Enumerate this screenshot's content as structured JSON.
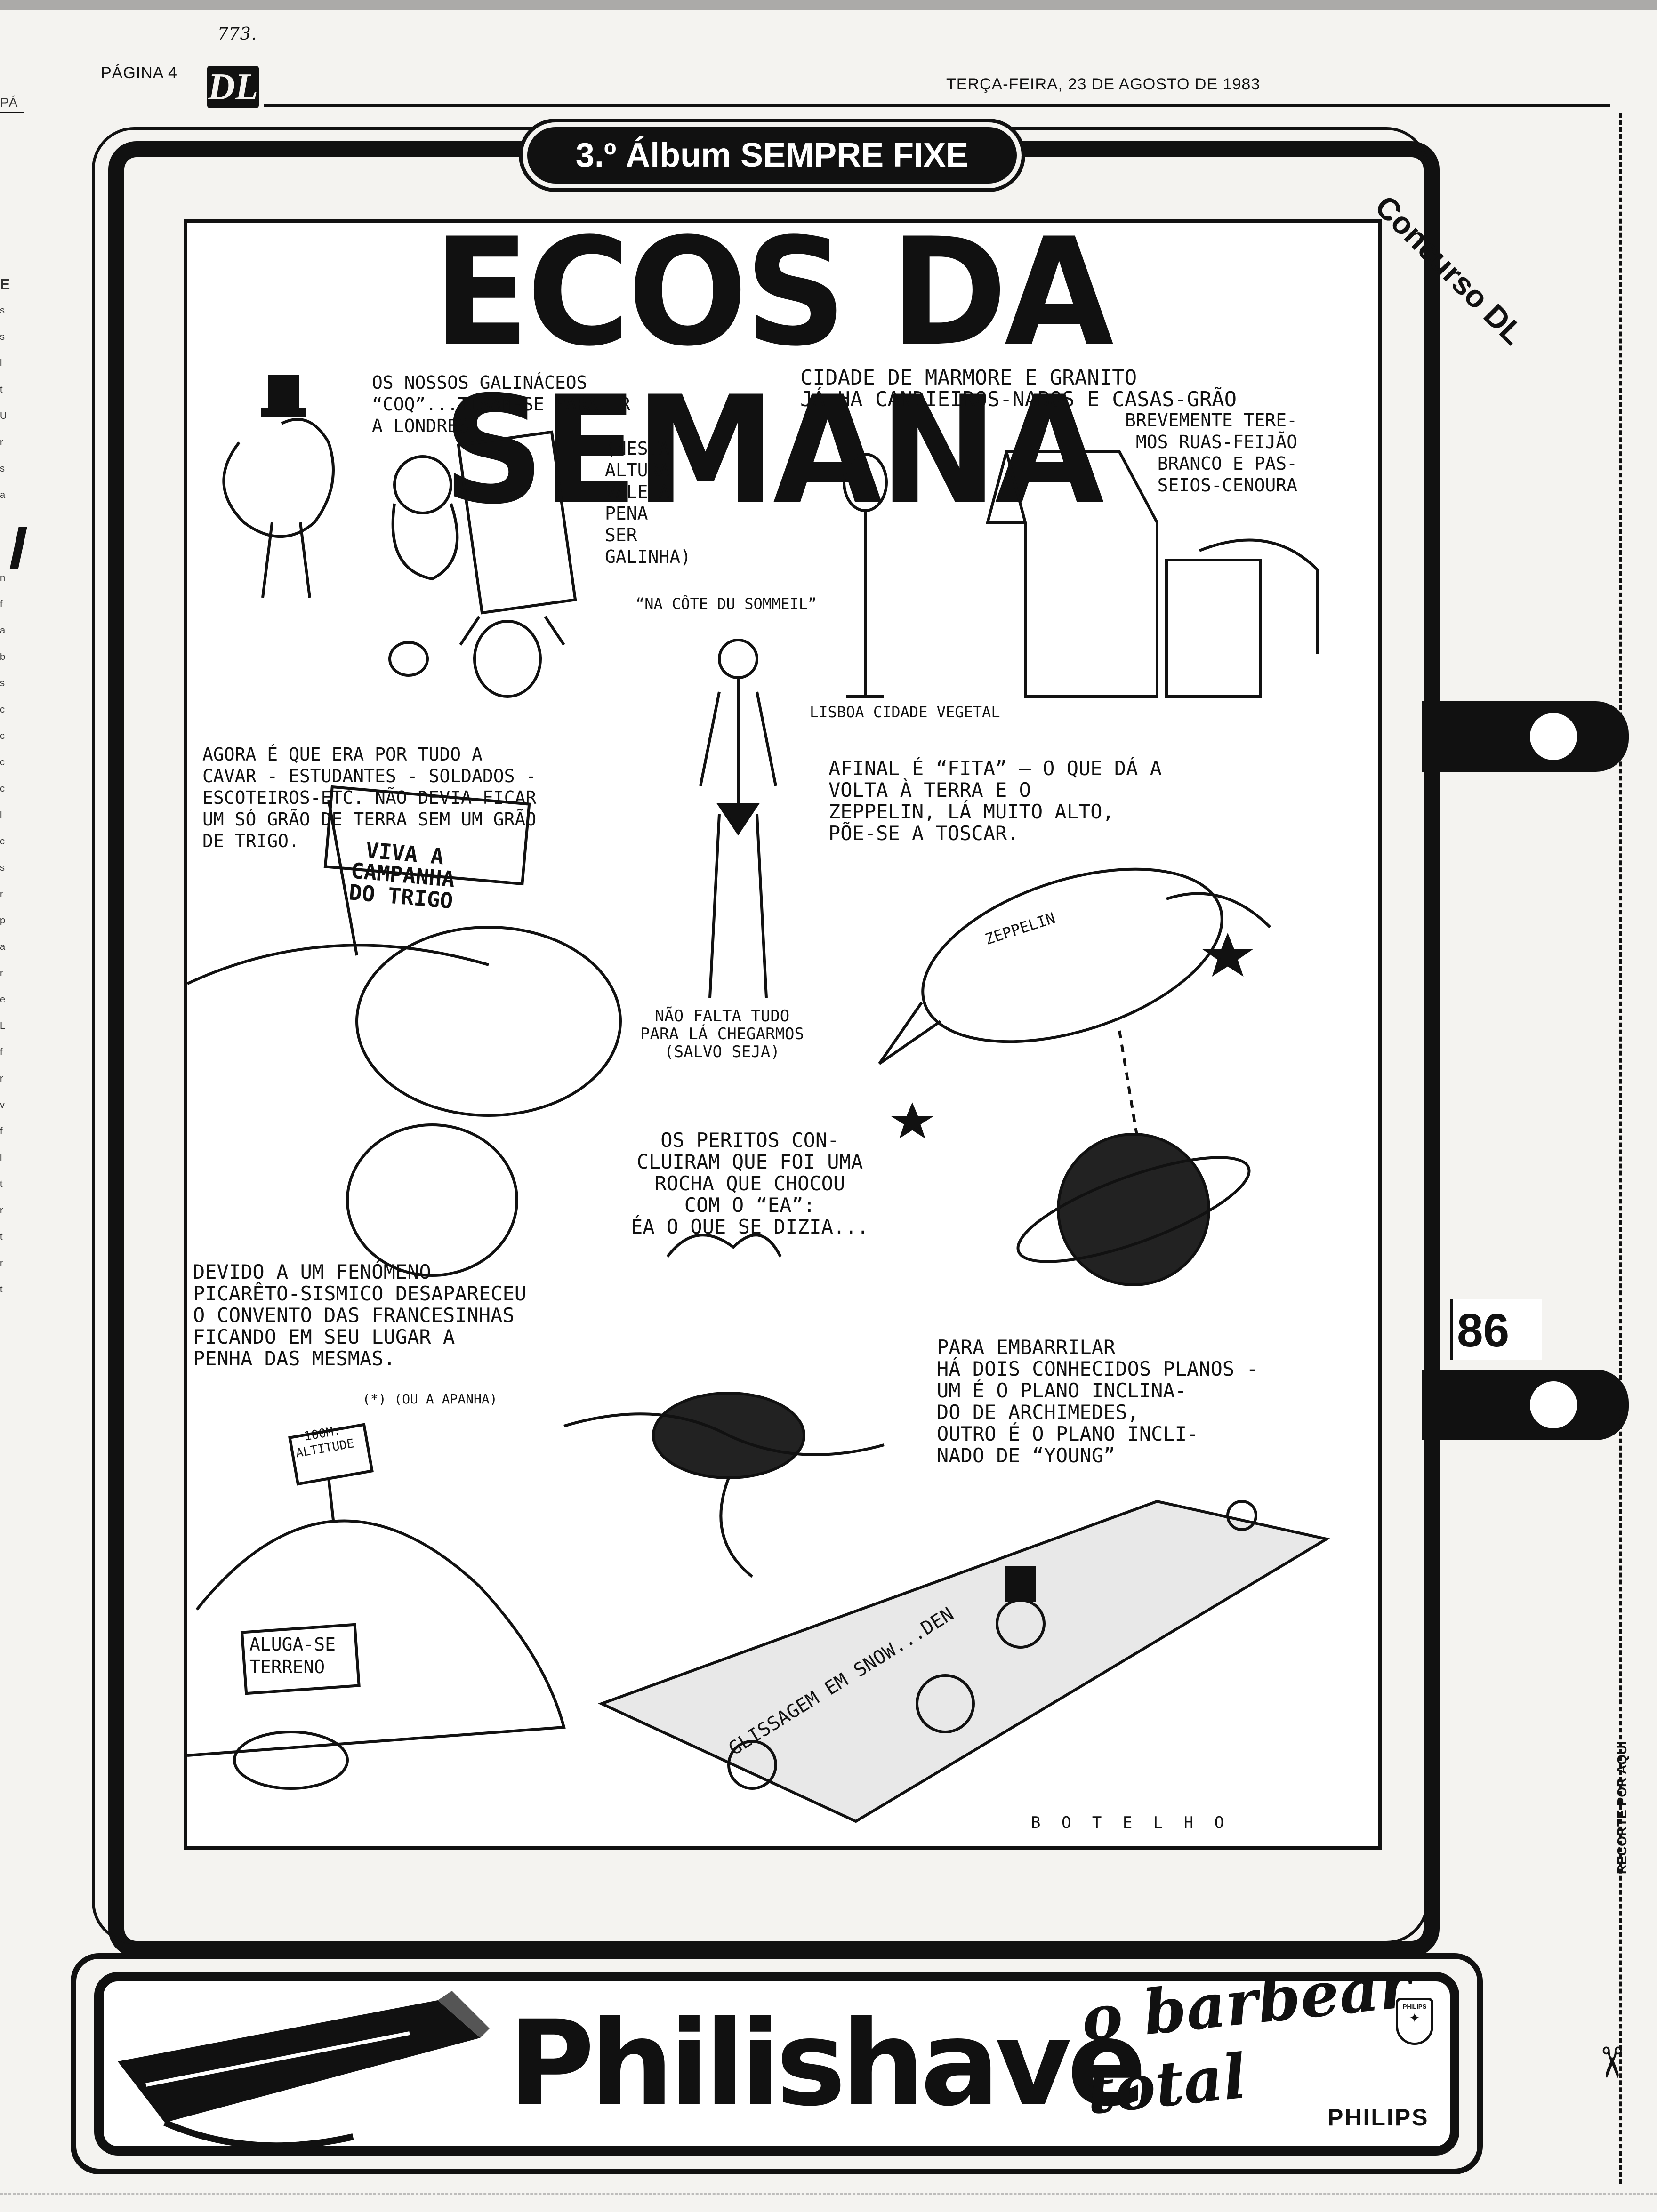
{
  "header": {
    "page_label": "PÁGINA 4",
    "masthead_letters": "DL",
    "date": "TERÇA-FEIRA, 23 DE AGOSTO DE 1983",
    "handwritten_number": "773."
  },
  "left_margin": {
    "fragments": [
      "PÁ",
      "E",
      "s",
      "s",
      "l",
      "t",
      "U",
      "r",
      "s",
      "a",
      "n",
      "f",
      "a",
      "b",
      "s",
      "c",
      "c",
      "c",
      "c",
      "l",
      "c",
      "s",
      "r",
      "p",
      "a",
      "r",
      "e",
      "L",
      "f",
      "r",
      "v",
      "f",
      "l",
      "t",
      "r",
      "t",
      "r",
      "t"
    ]
  },
  "album_badge": "3.º Álbum SEMPRE FIXE",
  "contest_label": "Concurso DL",
  "comic": {
    "title": "ECOS DA SEMANA",
    "captions": {
      "roosters": "OS NOSSOS GALINÁCEOS\n“COQ”...TISAM-SE PARA IR\nA LONDRES",
      "roosters_aside": "(NESTA\nALTURA\nVALE A\nPENA\nSER\nGALINHA)",
      "city": "CIDADE DE MARMORE E GRANITO\nJÁ HA CANDIEIROS-NABOS E CASAS-GRÃO",
      "city_more": "BREVEMENTE TERE-\nMOS RUAS-FEIJÃO\nBRANCO E PAS-\nSEIOS-CENOURA",
      "sommeil": "“NA CÔTE DU SOMMEIL”",
      "lisboa": "LISBOA CIDADE VEGETAL",
      "trigo": "AGORA É QUE ERA POR TUDO A\nCAVAR - ESTUDANTES - SOLDADOS -\nESCOTEIROS-ETC. NÃO DEVIA FICAR\nUM SÓ GRÃO DE TERRA SEM UM GRÃO\nDE TRIGO.",
      "banner": "VIVA A\nCAMPANHA\nDO TRIGO",
      "zeppelin": "AFINAL É “FITA” — O QUE DÁ A\nVOLTA À TERRA E O\nZEPPELIN, LÁ MUITO ALTO,\nPÕE-SE A TOSCAR.",
      "zeppelin_word": "ZEPPELIN",
      "chegarmos": "NÃO FALTA TUDO\nPARA LÁ CHEGARMOS\n(SALVO SEJA)",
      "peritos": "OS PERITOS CON-\nCLUIRAM QUE FOI UMA\nROCHA QUE CHOCOU\nCOM O “EA”:\nÉA O QUE SE DIZIA...",
      "convento": "DEVIDO A UM FENÓMENO\nPICARÊTO-SISMICO DESAPARECEU\nO CONVENTO DAS FRANCESINHAS\nFICANDO EM SEU LUGAR A\nPENHA DAS MESMAS.",
      "convento_note": "(*) (OU A APANHA)",
      "altitude_sign": "100M.\nALTITUDE",
      "aluga_sign": "ALUGA-SE\nTERRENO",
      "embarrilar": "PARA EMBARRILAR\nHÁ DOIS CONHECIDOS PLANOS -\nUM É O PLANO INCLINA-\nDO DE ARCHIMEDES,\nOUTRO É O PLANO INCLI-\nNADO DE “YOUNG”",
      "glissagem": "GLISSAGEM EM SNOW...DEN",
      "signature": "B O T E L H O"
    }
  },
  "page_number": "86",
  "cut_label": "RECORTE POR AQUI",
  "advert": {
    "brand": "Philishave",
    "slogan_line1": "o barbear",
    "slogan_line2": "total",
    "maker": "PHILIPS",
    "logo_text": "PHILIPS"
  }
}
